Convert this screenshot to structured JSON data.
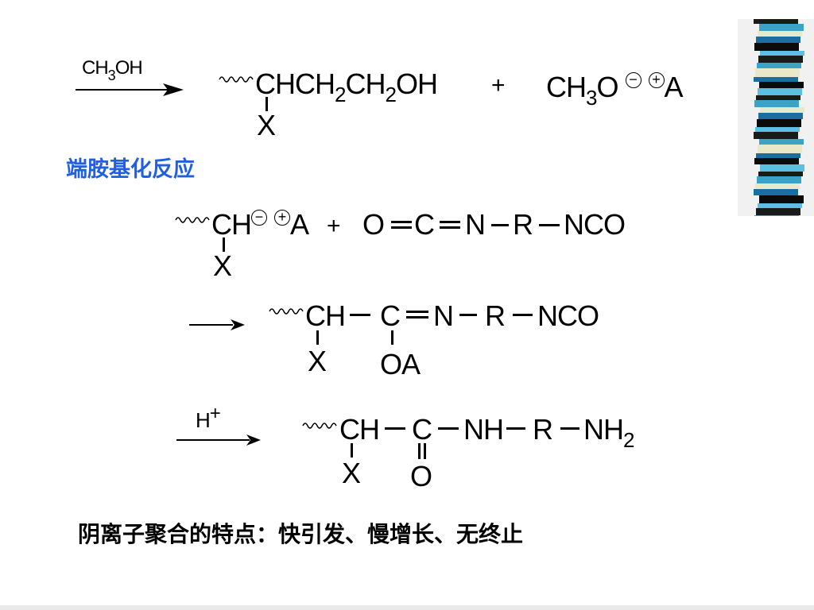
{
  "slide": {
    "heading": "端胺基化反应",
    "heading_color": "#1f5fe0",
    "summary": "阴离子聚合的特点：快引发、慢增长、无终止"
  },
  "reaction1": {
    "condition_a": "CH",
    "condition_sub": "3",
    "condition_b": "OH",
    "product_a": "CHCH",
    "product_sub1": "2",
    "product_b": "CH",
    "product_sub2": "2",
    "product_c": "OH",
    "product_sidegroup": "X",
    "plus": "+",
    "methoxide_a": "CH",
    "methoxide_sub": "3",
    "methoxide_b": "O",
    "minus_charge": "−",
    "plus_charge": "+",
    "counter_ion": "A"
  },
  "reaction2": {
    "carbanion": "CH",
    "minus_charge": "−",
    "plus_charge": "+",
    "counter_ion": "A",
    "plus": "+",
    "atoms": [
      "O",
      "C",
      "N",
      "R",
      "NCO"
    ],
    "sidegroup": "X"
  },
  "reaction3": {
    "atoms": [
      "CH",
      "C",
      "N",
      "R",
      "NCO"
    ],
    "sidegroup": "X",
    "substituent": "OA"
  },
  "reaction4": {
    "reagent": "H",
    "reagent_charge": "+",
    "atoms": [
      "CH",
      "C",
      "NH",
      "R",
      "NH"
    ],
    "amine_sub": "2",
    "sidegroup": "X",
    "carbonyl_o": "O"
  },
  "decoration": {
    "stripe_colors": [
      "#1a1a1a",
      "#3aa3c8",
      "#e9e8c8",
      "#1b6fa0",
      "#0b0b0b",
      "#5bc0e0"
    ]
  }
}
